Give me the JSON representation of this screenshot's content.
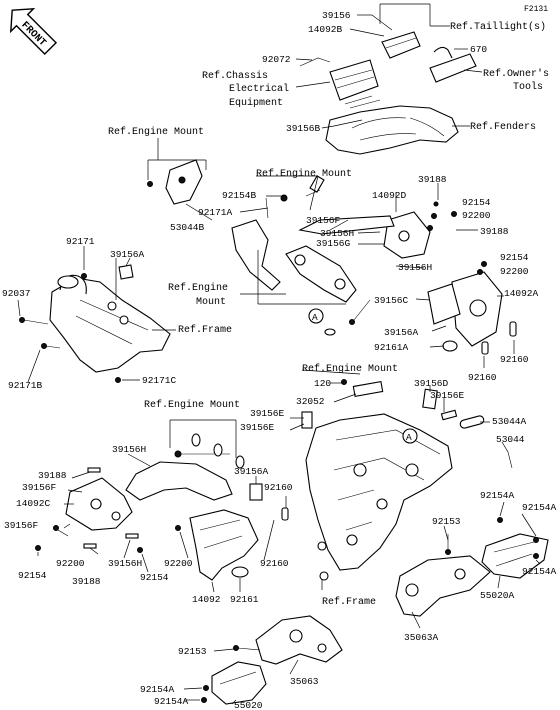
{
  "diagram_code": "F2131",
  "front_label": "FRONT",
  "labels": {
    "l39156_top": "39156",
    "l14092B": "14092B",
    "ref_taillight": "Ref.Taillight(s)",
    "l670": "670",
    "l92072": "92072",
    "ref_chassis_1": "Ref.Chassis",
    "ref_chassis_2": "Electrical",
    "ref_chassis_3": "Equipment",
    "ref_owners_1": "Ref.Owner's",
    "ref_owners_2": "Tools",
    "l39156B": "39156B",
    "ref_fenders": "Ref.Fenders",
    "ref_engine_mount_1": "Ref.Engine Mount",
    "ref_engine_mount_2": "Ref.Engine Mount",
    "l39188_a": "39188",
    "l92154B": "92154B",
    "l14092D": "14092D",
    "l92154_a": "92154",
    "l92171A": "92171A",
    "l92200_a": "92200",
    "l53044B": "53044B",
    "l39156F_a": "39156F",
    "l39156H_a": "39156H",
    "l39188_b": "39188",
    "l39156G": "39156G",
    "l39156H_b": "39156H",
    "l92154_b": "92154",
    "l92200_b": "92200",
    "l92171": "92171",
    "l39156A_a": "39156A",
    "ref_engine_mount_3a": "Ref.Engine",
    "ref_engine_mount_3b": "Mount",
    "l14092A": "14092A",
    "l92037": "92037",
    "ref_frame_a": "Ref.Frame",
    "l39156C": "39156C",
    "l39156A_b": "39156A",
    "l92161A": "92161A",
    "l92160_a": "92160",
    "l92171B": "92171B",
    "l92171C": "92171C",
    "l92160_b": "92160",
    "ref_engine_mount_4": "Ref.Engine Mount",
    "l120": "120",
    "l39156D": "39156D",
    "ref_engine_mount_5": "Ref.Engine Mount",
    "l32052": "32052",
    "l39156E_a": "39156E",
    "l39156E_b": "39156E",
    "l39156E_c": "39156E",
    "l53044A": "53044A",
    "l53044": "53044",
    "l39156H_c": "39156H",
    "l39188_c": "39188",
    "l39156F_b": "39156F",
    "l14092C": "14092C",
    "l39156F_c": "39156F",
    "l92154_c": "92154",
    "l92200_c": "92200",
    "l39156H_d": "39156H",
    "l39188_d": "39188",
    "l92154_d": "92154",
    "l92200_d": "92200",
    "l39156A_c": "39156A",
    "l92160_c": "92160",
    "l92160_d": "92160",
    "l14092": "14092",
    "l92161": "92161",
    "l92154A_a": "92154A",
    "l92154A_b": "92154A",
    "l92153_a": "92153",
    "l92154A_c": "92154A",
    "l55020A": "55020A",
    "ref_frame_b": "Ref.Frame",
    "l35063A": "35063A",
    "l92153_b": "92153",
    "l35063": "35063",
    "l92154A_d": "92154A",
    "l92154A_e": "92154A",
    "l55020": "55020",
    "marker_a": "A"
  }
}
